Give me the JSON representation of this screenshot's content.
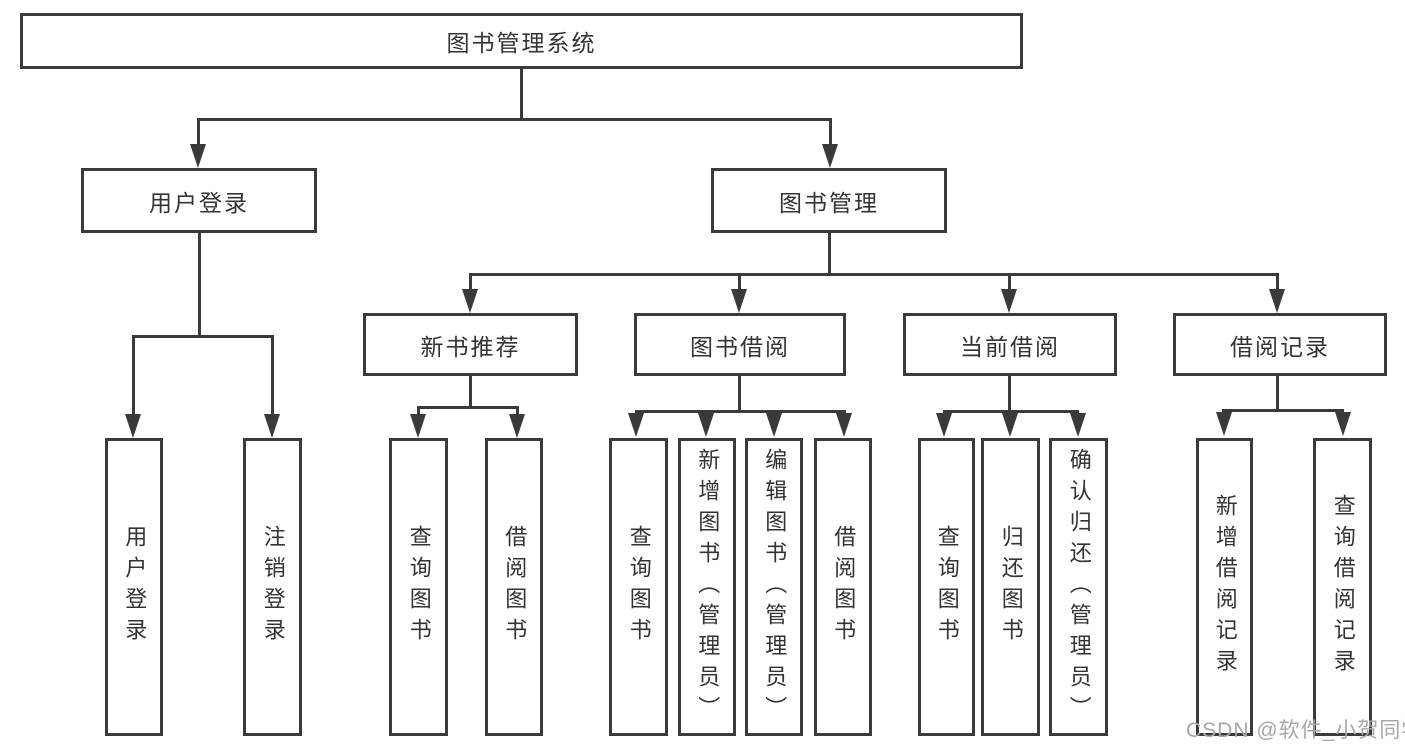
{
  "diagram": {
    "title": "图书管理系统",
    "root": {
      "label": "图书管理系统"
    },
    "level2": [
      {
        "label": "用户登录"
      },
      {
        "label": "图书管理"
      }
    ],
    "level3": [
      {
        "label": "新书推荐"
      },
      {
        "label": "图书借阅"
      },
      {
        "label": "当前借阅"
      },
      {
        "label": "借阅记录"
      }
    ],
    "leaves": [
      {
        "label": "用户登录"
      },
      {
        "label": "注销登录"
      },
      {
        "label": "查询图书"
      },
      {
        "label": "借阅图书"
      },
      {
        "label": "查询图书"
      },
      {
        "label": "新增图书（管理员）"
      },
      {
        "label": "编辑图书（管理员）"
      },
      {
        "label": "借阅图书"
      },
      {
        "label": "查询图书"
      },
      {
        "label": "归还图书"
      },
      {
        "label": "确认归还（管理员）"
      },
      {
        "label": "新增借阅记录"
      },
      {
        "label": "查询借阅记录"
      }
    ],
    "colors": {
      "line": "#3a3a3a",
      "text": "#333333",
      "background": "#ffffff",
      "watermark": "#a3a9af"
    }
  },
  "watermark": {
    "text": "CSDN @软件_小贺同学"
  }
}
